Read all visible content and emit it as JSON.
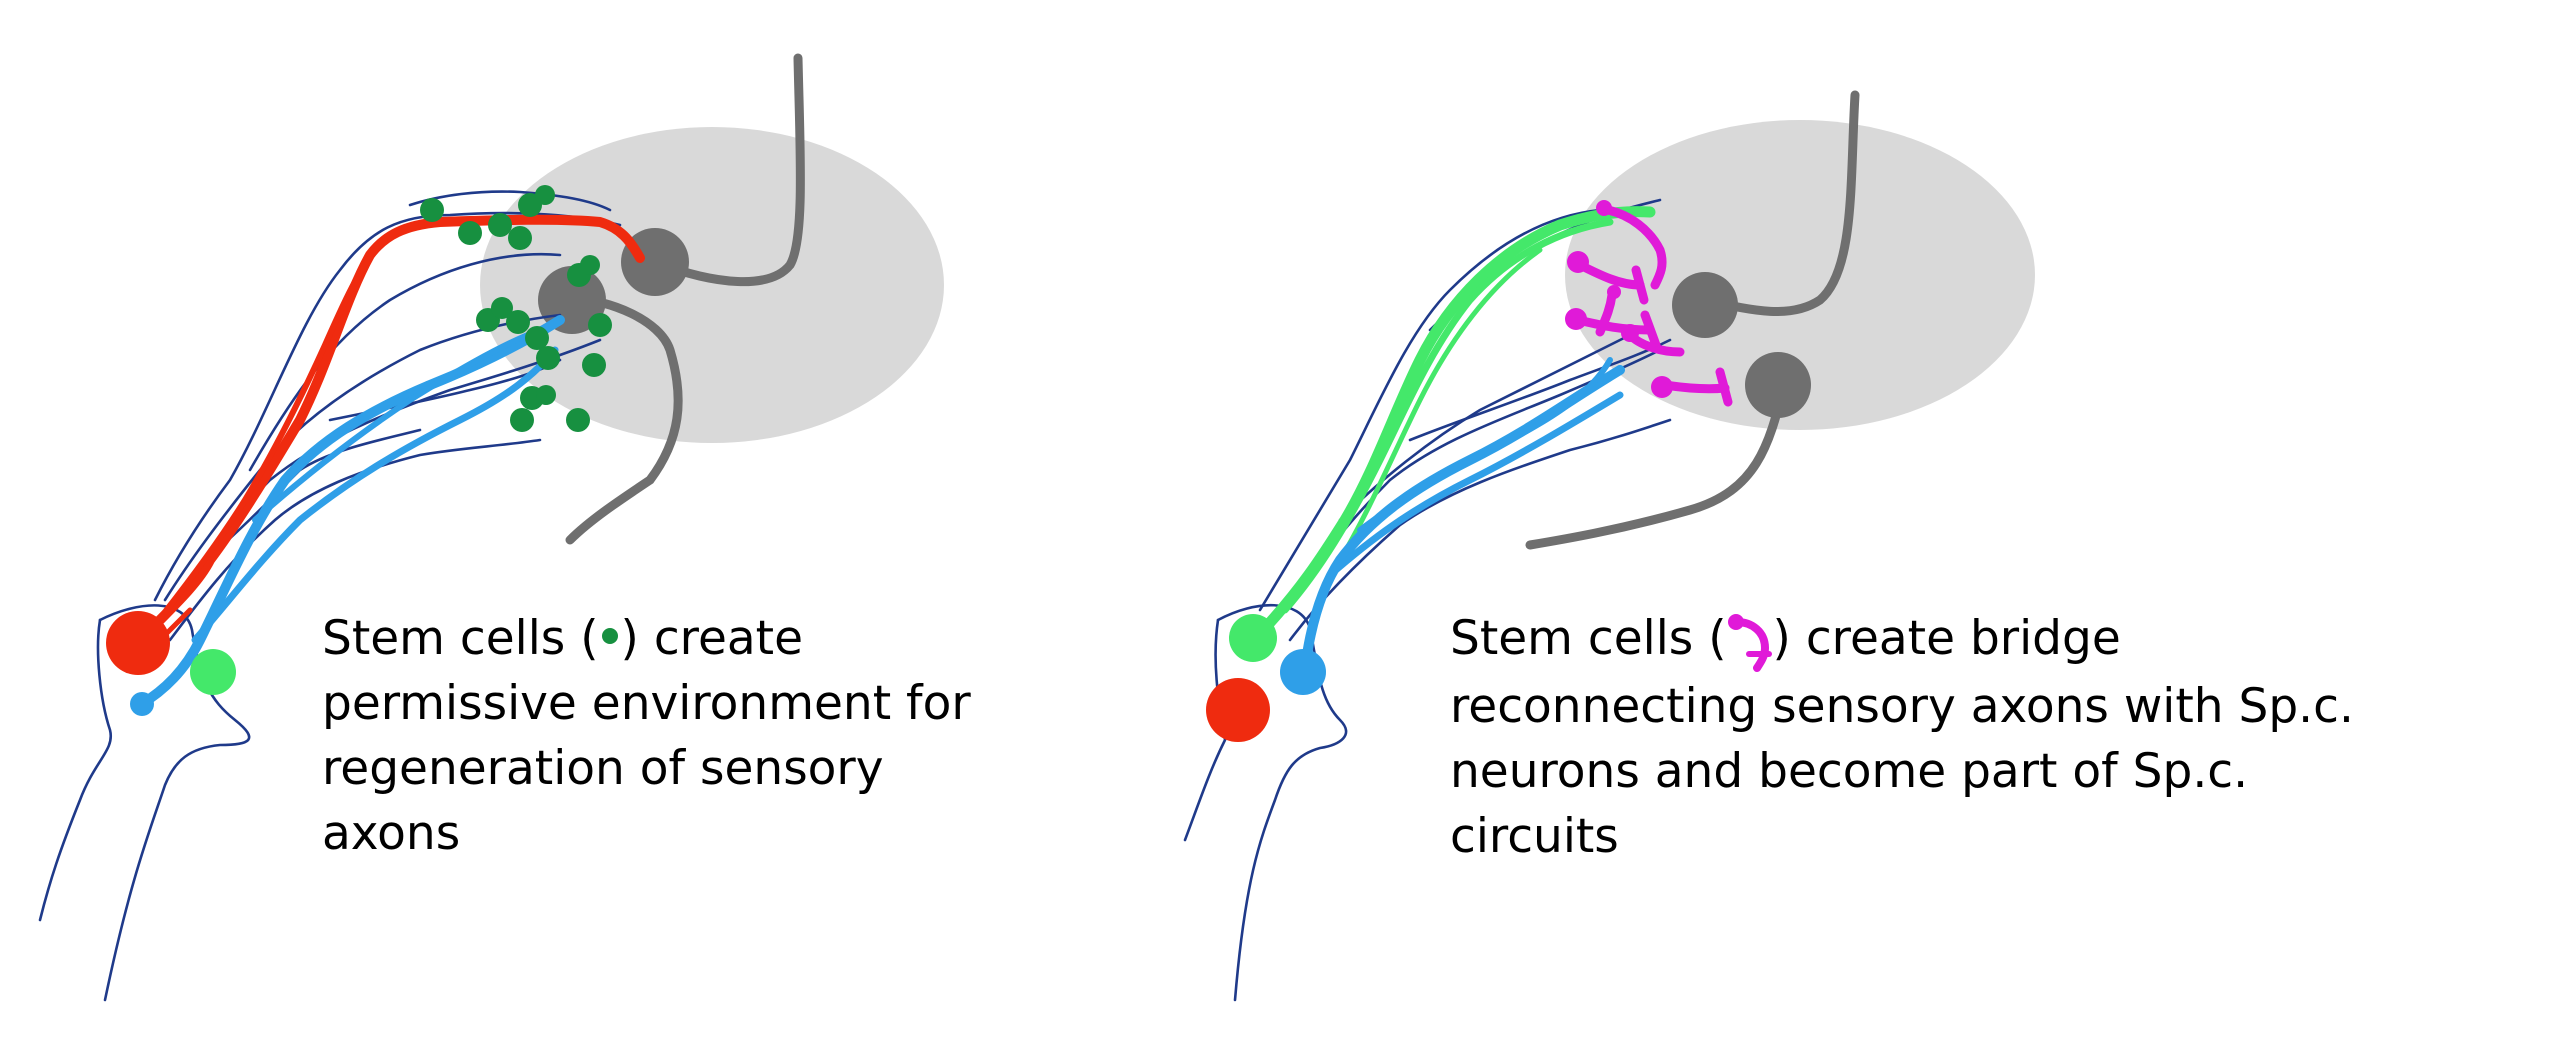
{
  "colors": {
    "spinal_cord": "#d9d9d9",
    "spinal_neuron": "#6f6f6f",
    "outline": "#1f3a8a",
    "red_axon": "#ef2b0f",
    "blue_axon": "#2f9fe8",
    "green_axon": "#44e86a",
    "stem_cell_dot": "#179040",
    "stem_cell_bridge": "#e01ad8"
  },
  "panels": [
    {
      "id": "permissive",
      "caption_lines": [
        "Stem cells (",
        ") create",
        "permissive environment for",
        "regeneration of sensory",
        "axons"
      ],
      "icon": "green-dot-icon"
    },
    {
      "id": "bridge",
      "caption_lines": [
        "Stem cells (",
        ") create  bridge",
        "reconnecting sensory axons with Sp.c.",
        "neurons and become part of Sp.c.",
        "circuits"
      ],
      "icon": "magenta-cell-icon"
    }
  ]
}
